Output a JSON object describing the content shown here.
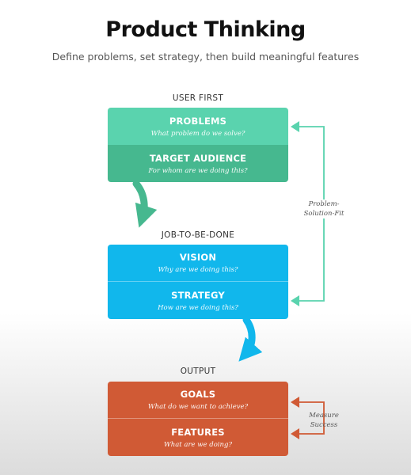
{
  "header": {
    "title": "Product Thinking",
    "subtitle": "Define problems, set strategy, then build meaningful features"
  },
  "sections": [
    {
      "label": "USER FIRST",
      "color_top": "#5ad3ae",
      "color_bottom": "#46b88f",
      "boxes": [
        {
          "title": "PROBLEMS",
          "question": "What problem do we solve?"
        },
        {
          "title": "TARGET AUDIENCE",
          "question": "For whom are we doing this?"
        }
      ]
    },
    {
      "label": "JOB-TO-BE-DONE",
      "color_top": "#11b7ec",
      "color_bottom": "#11b7ec",
      "boxes": [
        {
          "title": "VISION",
          "question": "Why are we doing this?"
        },
        {
          "title": "STRATEGY",
          "question": "How are we doing this?"
        }
      ]
    },
    {
      "label": "OUTPUT",
      "color_top": "#d05a35",
      "color_bottom": "#d05a35",
      "boxes": [
        {
          "title": "GOALS",
          "question": "What do we want to achieve?"
        },
        {
          "title": "FEATURES",
          "question": "What are we doing?"
        }
      ]
    }
  ],
  "feedback_loops": [
    {
      "label_line1": "Problem-",
      "label_line2": "Solution-Fit",
      "color": "#5ad3ae"
    },
    {
      "label_line1": "Measure",
      "label_line2": "Success",
      "color": "#d05a35"
    }
  ],
  "colors": {
    "arrow_green": "#46b88f",
    "arrow_blue": "#11b7ec"
  }
}
